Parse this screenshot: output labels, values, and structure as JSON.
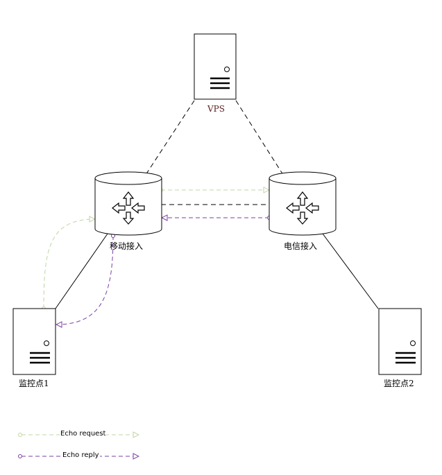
{
  "nodes": {
    "vps": {
      "label": "VPS",
      "label_color": "#5a1e1e"
    },
    "mobile_access": {
      "label": "移动接入"
    },
    "telecom_access": {
      "label": "电信接入"
    },
    "monitor_1": {
      "label": "监控点1"
    },
    "monitor_2": {
      "label": "监控点2"
    }
  },
  "legend": {
    "request": {
      "label": "Echo request",
      "color": "#c2d4a4"
    },
    "reply": {
      "label": "Echo reply",
      "color": "#7a3fa6"
    }
  },
  "colors": {
    "line": "#000000",
    "request": "#c2d4a4",
    "reply": "#7a3fa6"
  }
}
